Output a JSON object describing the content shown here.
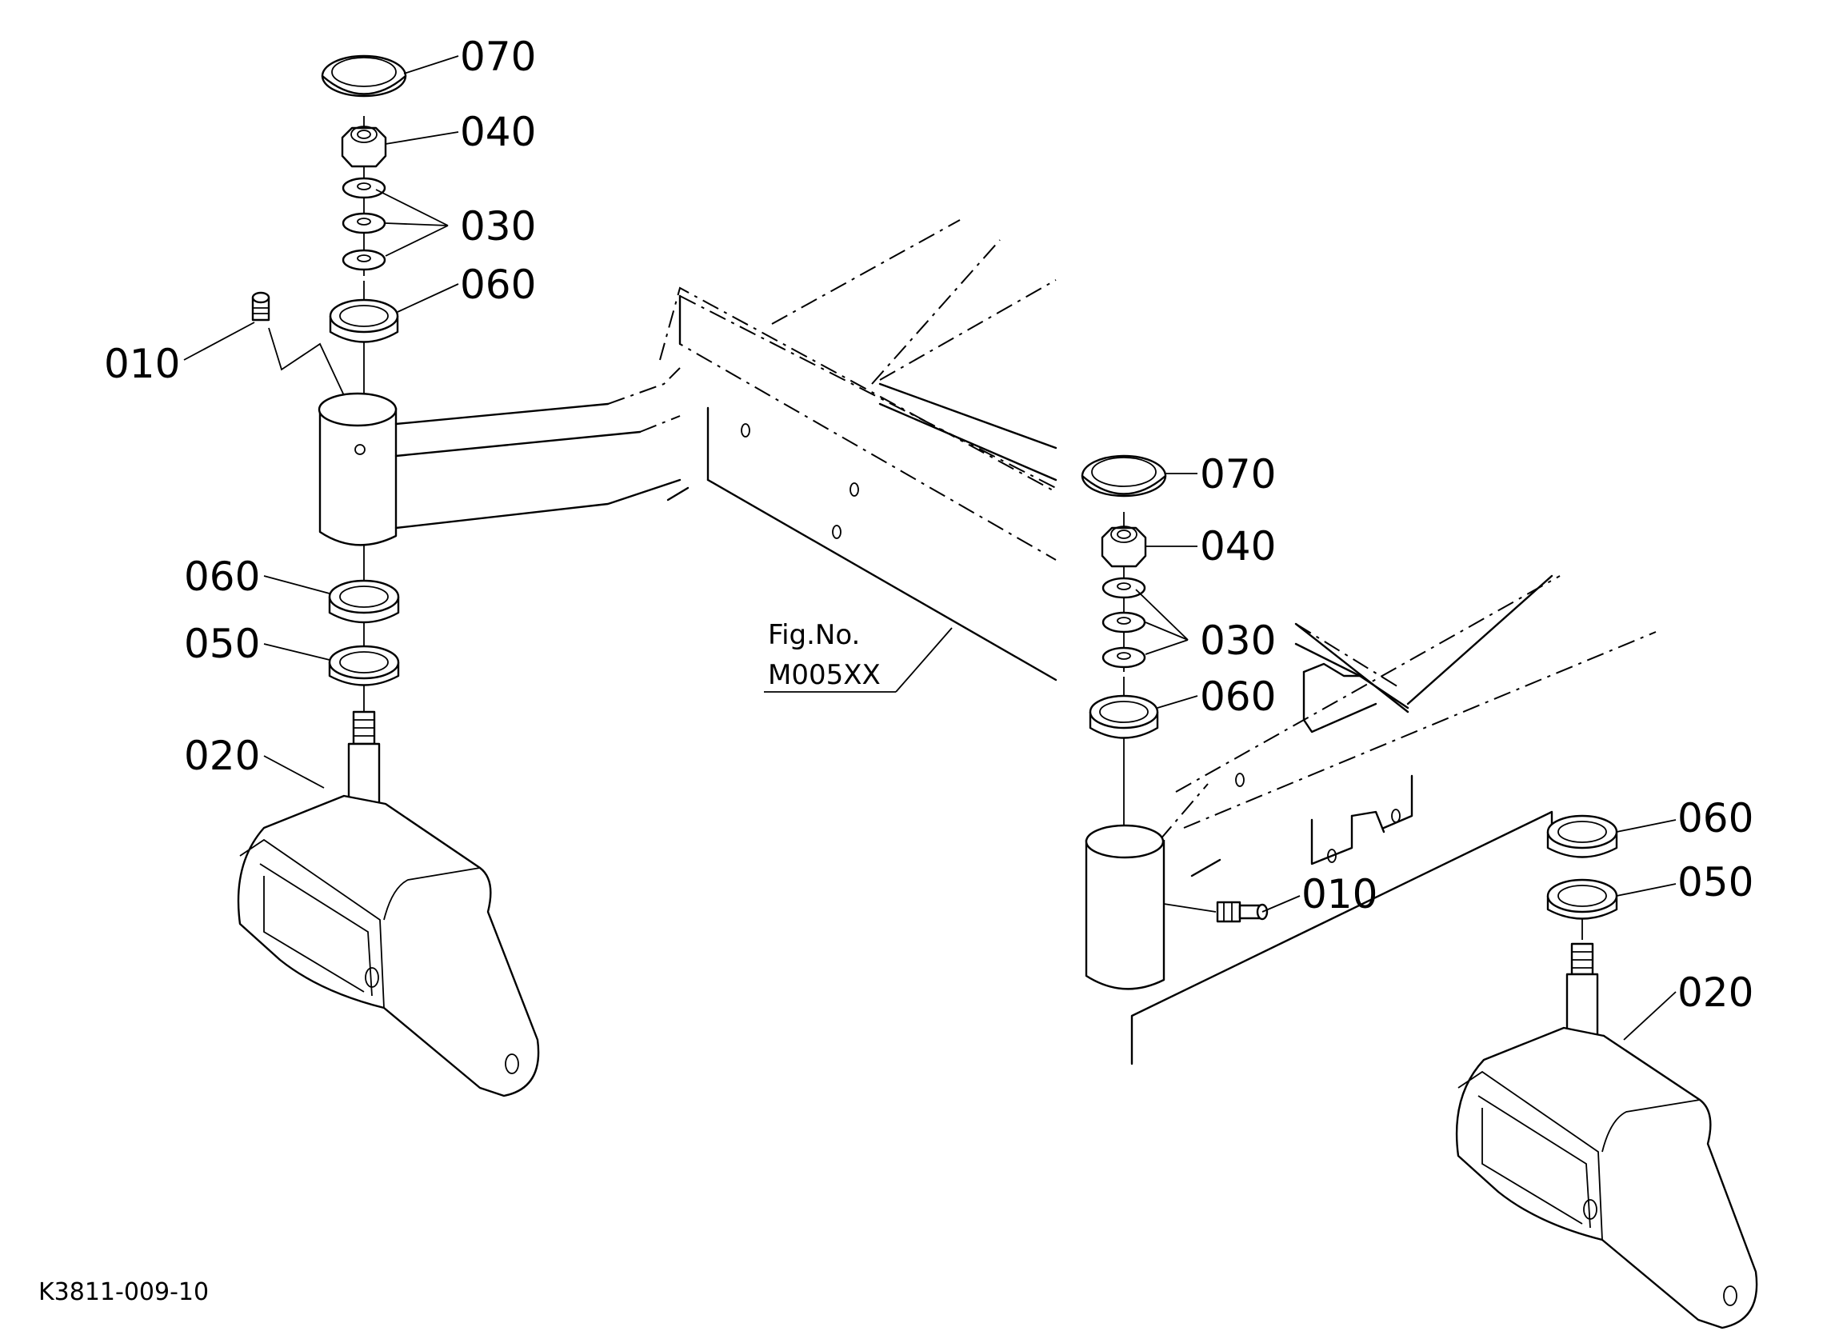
{
  "parts_left": {
    "p070": "070",
    "p040": "040",
    "p030": "030",
    "p060_top": "060",
    "p010": "010",
    "p060_bottom": "060",
    "p050": "050",
    "p020": "020"
  },
  "parts_right": {
    "p070": "070",
    "p040": "040",
    "p030": "030",
    "p060_top": "060",
    "p010": "010",
    "p060_bottom": "060",
    "p050": "050",
    "p020": "020"
  },
  "figure_ref": {
    "line1": "Fig.No.",
    "line2": "M005XX"
  },
  "drawing_code": "K3811-009-10"
}
